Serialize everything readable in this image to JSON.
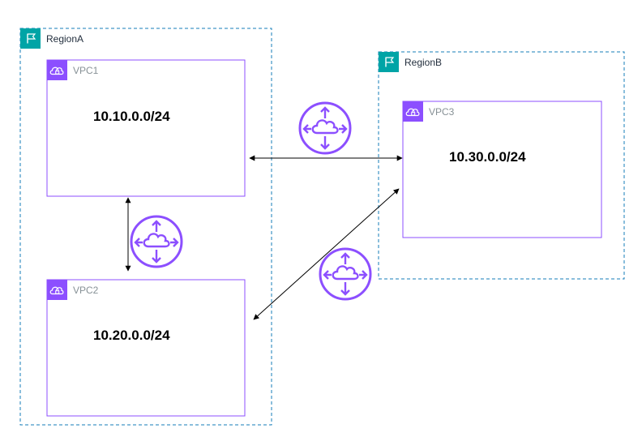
{
  "colors": {
    "region_border": "#147eba",
    "region_icon_bg": "#00a4a6",
    "vpc_border": "#8c4fff",
    "connection_icon": "#8c4fff",
    "edge": "#000000"
  },
  "regions": [
    {
      "id": "regionA",
      "label": "RegionA",
      "icon": "flag-icon"
    },
    {
      "id": "regionB",
      "label": "RegionB",
      "icon": "flag-icon"
    }
  ],
  "vpcs": [
    {
      "id": "vpc1",
      "label": "VPC1",
      "cidr": "10.10.0.0/24",
      "icon": "vpc-cloud-lock-icon"
    },
    {
      "id": "vpc2",
      "label": "VPC2",
      "cidr": "10.20.0.0/24",
      "icon": "vpc-cloud-lock-icon"
    },
    {
      "id": "vpc3",
      "label": "VPC3",
      "cidr": "10.30.0.0/24",
      "icon": "vpc-cloud-lock-icon"
    }
  ],
  "connections": [
    {
      "from": "vpc1",
      "to": "vpc3",
      "icon": "vpc-peering-icon",
      "bidirectional": true
    },
    {
      "from": "vpc1",
      "to": "vpc2",
      "icon": "vpc-peering-icon",
      "bidirectional": true
    },
    {
      "from": "vpc2",
      "to": "vpc3",
      "icon": "vpc-peering-icon",
      "bidirectional": true
    }
  ]
}
